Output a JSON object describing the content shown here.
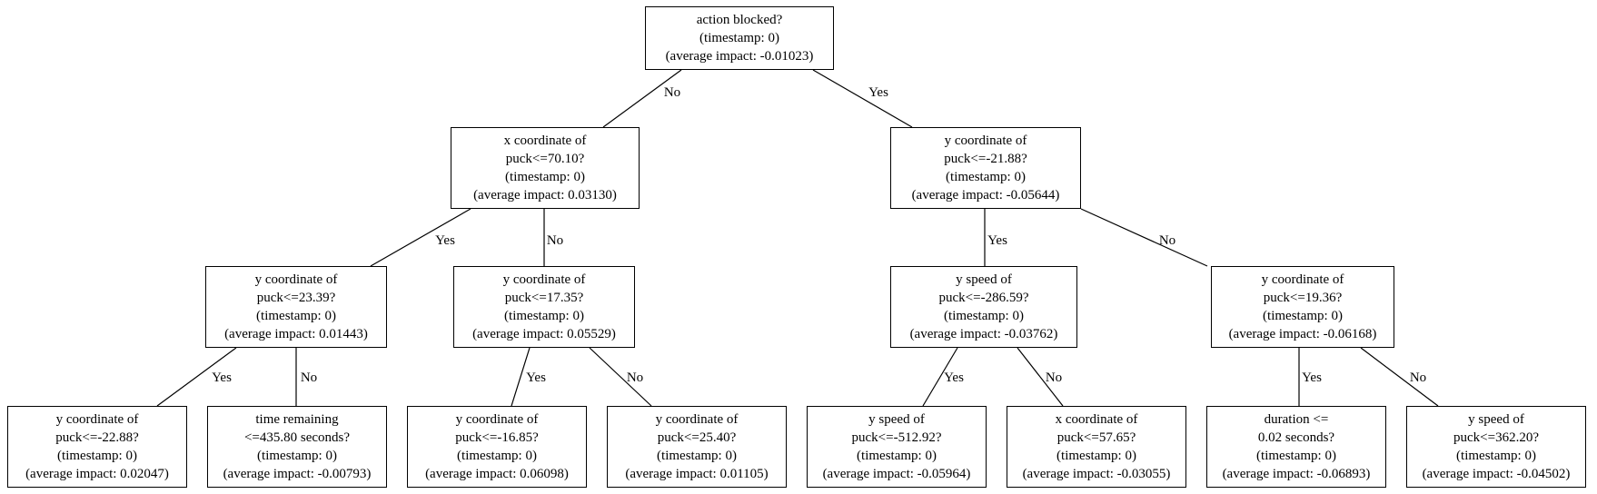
{
  "diagram": {
    "type": "decision-tree",
    "background_color": "#ffffff",
    "node_border_color": "#000000",
    "edge_color": "#000000",
    "text_color": "#000000"
  },
  "nodes": [
    {
      "id": "root",
      "lines": [
        "action blocked?",
        "(timestamp: 0)",
        "(average impact: -0.01023)"
      ]
    },
    {
      "id": "l2a",
      "lines": [
        "x coordinate of",
        "puck<=70.10?",
        "(timestamp: 0)",
        "(average impact: 0.03130)"
      ]
    },
    {
      "id": "l2b",
      "lines": [
        "y coordinate of",
        "puck<=-21.88?",
        "(timestamp: 0)",
        "(average impact: -0.05644)"
      ]
    },
    {
      "id": "l3a",
      "lines": [
        "y coordinate of",
        "puck<=23.39?",
        "(timestamp: 0)",
        "(average impact: 0.01443)"
      ]
    },
    {
      "id": "l3b",
      "lines": [
        "y coordinate of",
        "puck<=17.35?",
        "(timestamp: 0)",
        "(average impact: 0.05529)"
      ]
    },
    {
      "id": "l3c",
      "lines": [
        "y speed of",
        "puck<=-286.59?",
        "(timestamp: 0)",
        "(average impact: -0.03762)"
      ]
    },
    {
      "id": "l3d",
      "lines": [
        "y coordinate of",
        "puck<=19.36?",
        "(timestamp: 0)",
        "(average impact: -0.06168)"
      ]
    },
    {
      "id": "leaf1",
      "lines": [
        "y coordinate of",
        "puck<=-22.88?",
        "(timestamp: 0)",
        "(average impact: 0.02047)"
      ]
    },
    {
      "id": "leaf2",
      "lines": [
        "time remaining",
        "<=435.80 seconds?",
        "(timestamp: 0)",
        "(average impact: -0.00793)"
      ]
    },
    {
      "id": "leaf3",
      "lines": [
        "y coordinate of",
        "puck<=-16.85?",
        "(timestamp: 0)",
        "(average impact: 0.06098)"
      ]
    },
    {
      "id": "leaf4",
      "lines": [
        "y coordinate of",
        "puck<=25.40?",
        "(timestamp: 0)",
        "(average impact: 0.01105)"
      ]
    },
    {
      "id": "leaf5",
      "lines": [
        "y speed of",
        "puck<=-512.92?",
        "(timestamp: 0)",
        "(average impact: -0.05964)"
      ]
    },
    {
      "id": "leaf6",
      "lines": [
        "x coordinate of",
        "puck<=57.65?",
        "(timestamp: 0)",
        "(average impact: -0.03055)"
      ]
    },
    {
      "id": "leaf7",
      "lines": [
        "duration <=",
        "0.02 seconds?",
        "(timestamp: 0)",
        "(average impact: -0.06893)"
      ]
    },
    {
      "id": "leaf8",
      "lines": [
        "y speed of",
        "puck<=362.20?",
        "(timestamp: 0)",
        "(average impact: -0.04502)"
      ]
    }
  ],
  "edges": [
    {
      "from": "root",
      "to": "l2a",
      "label": "No"
    },
    {
      "from": "root",
      "to": "l2b",
      "label": "Yes"
    },
    {
      "from": "l2a",
      "to": "l3a",
      "label": "Yes"
    },
    {
      "from": "l2a",
      "to": "l3b",
      "label": "No"
    },
    {
      "from": "l2b",
      "to": "l3c",
      "label": "Yes"
    },
    {
      "from": "l2b",
      "to": "l3d",
      "label": "No"
    },
    {
      "from": "l3a",
      "to": "leaf1",
      "label": "Yes"
    },
    {
      "from": "l3a",
      "to": "leaf2",
      "label": "No"
    },
    {
      "from": "l3b",
      "to": "leaf3",
      "label": "Yes"
    },
    {
      "from": "l3b",
      "to": "leaf4",
      "label": "No"
    },
    {
      "from": "l3c",
      "to": "leaf5",
      "label": "Yes"
    },
    {
      "from": "l3c",
      "to": "leaf6",
      "label": "No"
    },
    {
      "from": "l3d",
      "to": "leaf7",
      "label": "Yes"
    },
    {
      "from": "l3d",
      "to": "leaf8",
      "label": "No"
    }
  ]
}
